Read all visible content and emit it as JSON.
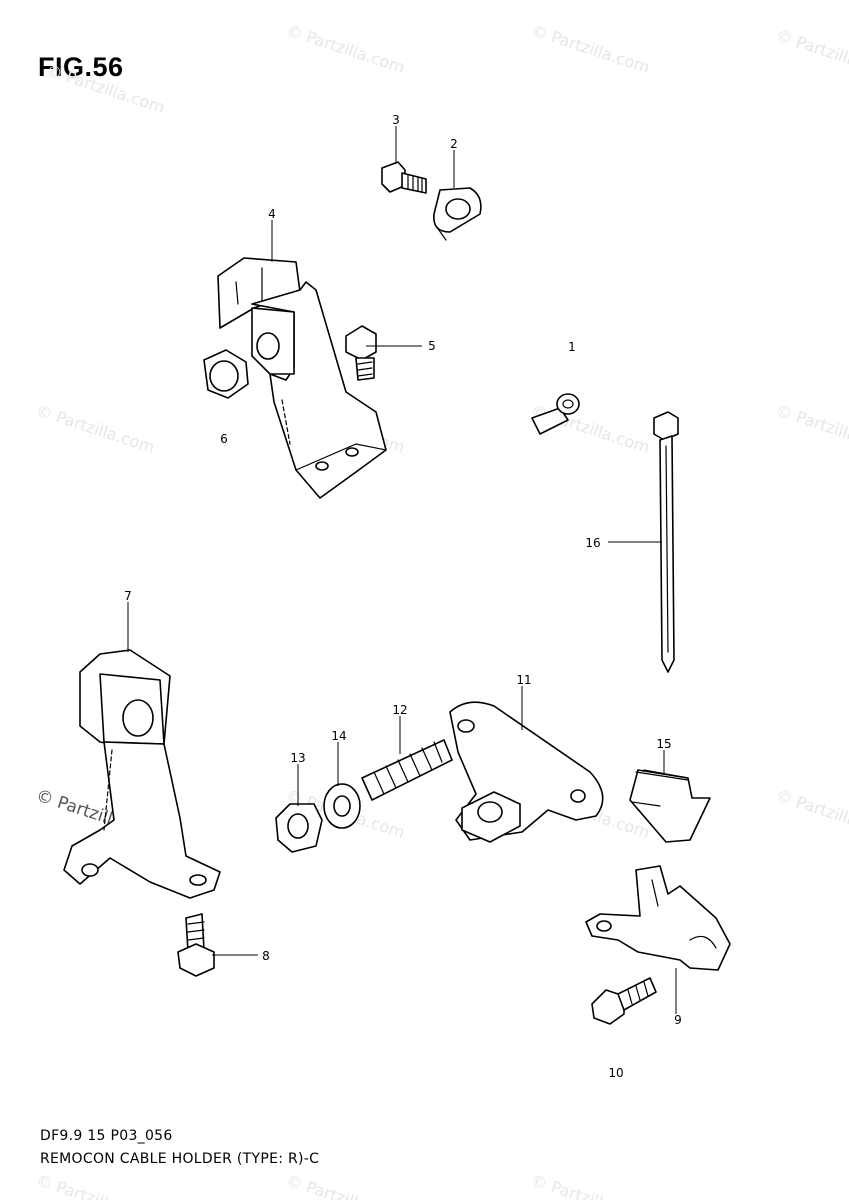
{
  "figure": {
    "title": "FIG.56",
    "model_code": "DF9.9 15 P03_056",
    "assembly_name": "REMOCON CABLE HOLDER (TYPE: R)-C"
  },
  "watermark": {
    "text": "© Partzilla.com"
  },
  "callouts": [
    {
      "id": "c1",
      "label": "1"
    },
    {
      "id": "c2",
      "label": "2"
    },
    {
      "id": "c3",
      "label": "3"
    },
    {
      "id": "c4",
      "label": "4"
    },
    {
      "id": "c5",
      "label": "5"
    },
    {
      "id": "c6",
      "label": "6"
    },
    {
      "id": "c7",
      "label": "7"
    },
    {
      "id": "c8",
      "label": "8"
    },
    {
      "id": "c9",
      "label": "9"
    },
    {
      "id": "c10",
      "label": "10"
    },
    {
      "id": "c11",
      "label": "11"
    },
    {
      "id": "c12",
      "label": "12"
    },
    {
      "id": "c13",
      "label": "13"
    },
    {
      "id": "c14",
      "label": "14"
    },
    {
      "id": "c15",
      "label": "15"
    },
    {
      "id": "c16",
      "label": "16"
    }
  ]
}
